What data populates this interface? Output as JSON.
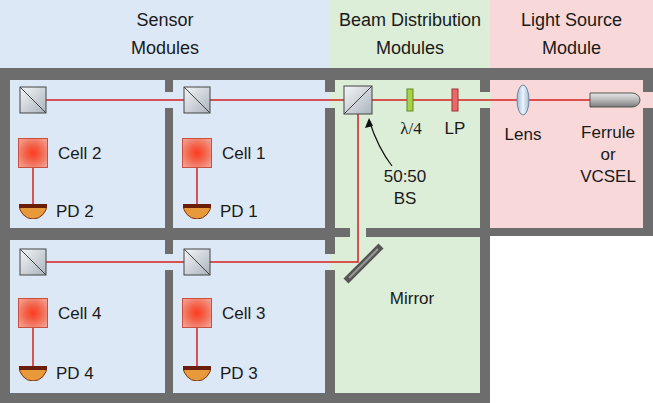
{
  "diagram": {
    "nodes": [
      {
        "text": [
          "Sensor Modules"
        ]
      },
      {
        "text": [
          "Beam Distribution Modules"
        ]
      },
      {
        "text": [
          "Light Source Module"
        ]
      },
      {
        "text": [
          "Cell 2"
        ]
      },
      {
        "text": [
          "PD 2"
        ]
      },
      {
        "text": [
          "Cell 1"
        ]
      },
      {
        "text": [
          "PD 1"
        ]
      },
      {
        "text": [
          "Cell 4"
        ]
      },
      {
        "text": [
          "PD 4"
        ]
      },
      {
        "text": [
          "Cell 3"
        ]
      },
      {
        "text": [
          "PD 3"
        ]
      }
    ],
    "edges": [
      {
        "from": 3,
        "to": 4,
        "arrow": "none"
      },
      {
        "from": 5,
        "to": 6,
        "arrow": "none"
      },
      {
        "from": 7,
        "to": 8,
        "arrow": "none"
      },
      {
        "from": 9,
        "to": 10,
        "arrow": "none"
      }
    ],
    "labels": [
      "λ/4",
      "LP",
      "Lens",
      "Ferrule or VCSEL",
      "50:50 BS",
      "Mirror"
    ]
  }
}
